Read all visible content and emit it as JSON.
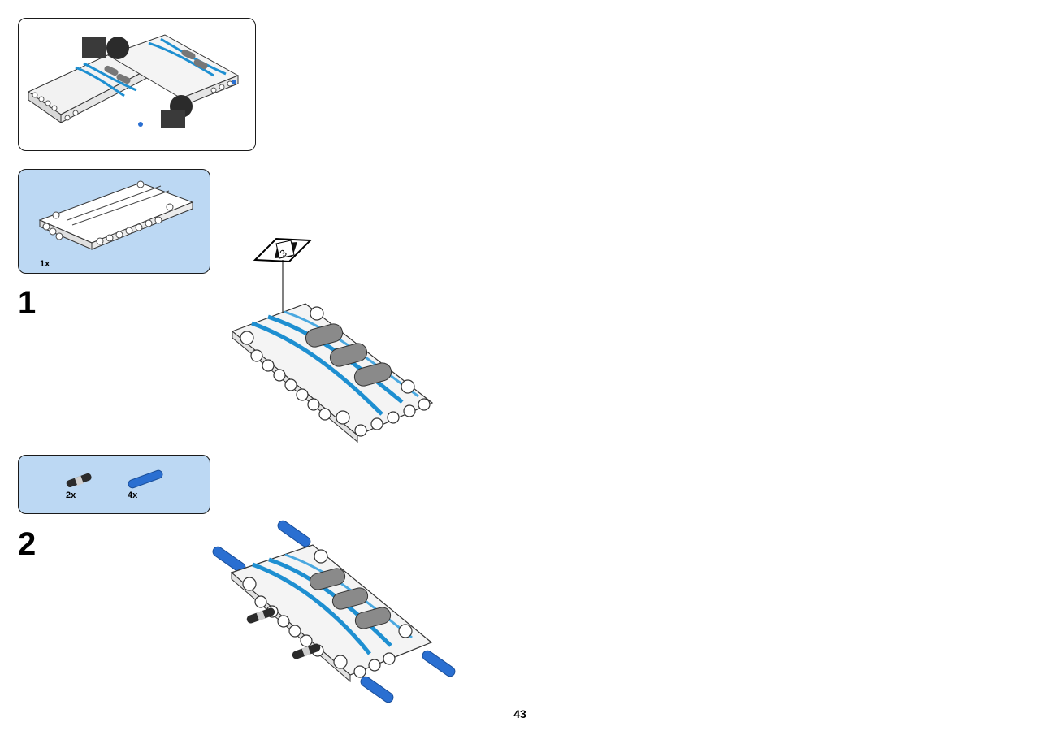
{
  "steps": [
    {
      "number": "1",
      "parts": [
        {
          "quantity": "1x",
          "part": "white-panel-icon"
        }
      ],
      "callout_sticker": "3"
    },
    {
      "number": "2",
      "parts": [
        {
          "quantity": "2x",
          "part": "black-pin-icon"
        },
        {
          "quantity": "4x",
          "part": "blue-pin-icon"
        }
      ]
    }
  ],
  "page_number": "43",
  "colors": {
    "parts_box": "#bcd8f3",
    "blue_pin": "#2a6fd1",
    "stripe_blue": "#1e8fd1",
    "dark_part": "#2b2b2b"
  }
}
